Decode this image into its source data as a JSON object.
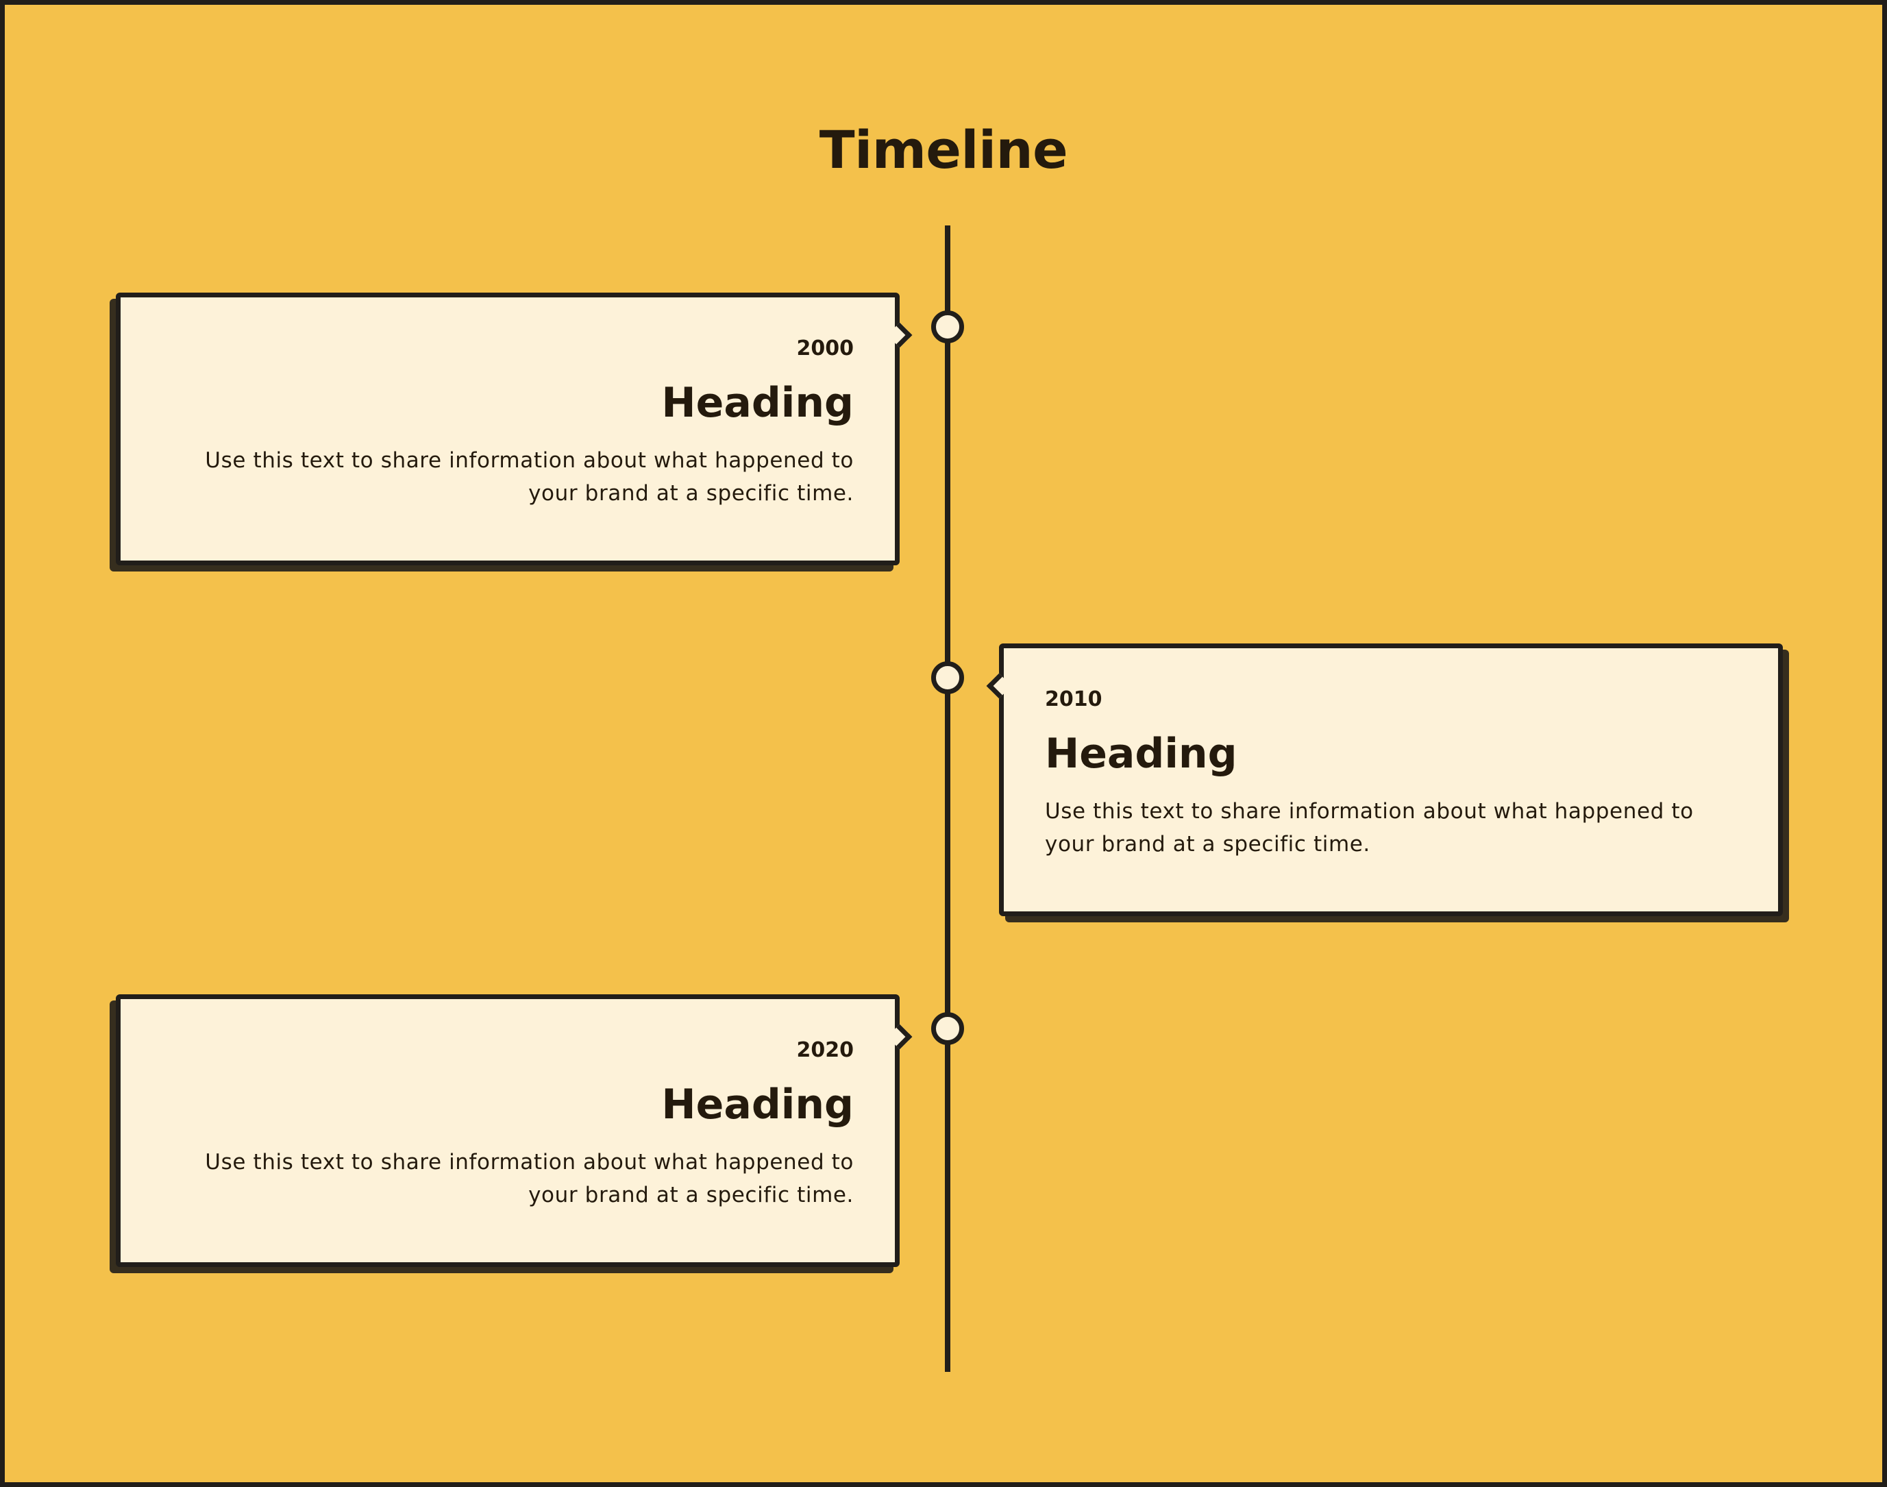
{
  "title": "Timeline",
  "events": [
    {
      "year": "2000",
      "heading": "Heading",
      "text": "Use this text to share information about what happened to your brand at a specific time.",
      "side": "left"
    },
    {
      "year": "2010",
      "heading": "Heading",
      "text": "Use this text to share information about what happened to your brand at a specific time.",
      "side": "right"
    },
    {
      "year": "2020",
      "heading": "Heading",
      "text": "Use this text to share information about what happened to your brand at a specific time.",
      "side": "left"
    }
  ],
  "colors": {
    "background": "#F4C14B",
    "card": "#FDF2D9",
    "ink": "#211E1A"
  }
}
